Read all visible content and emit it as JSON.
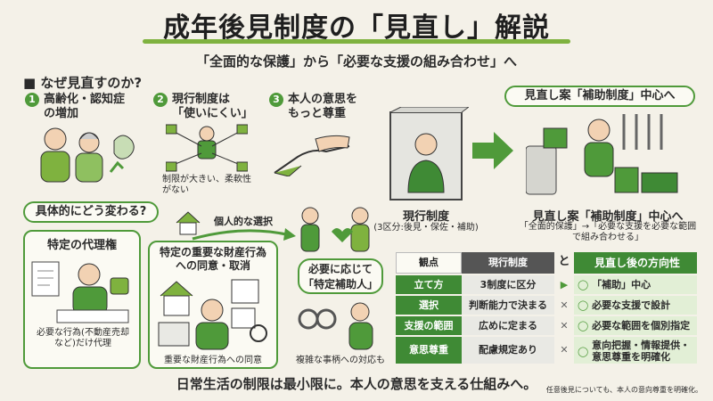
{
  "title": "成年後見制度の「見直し」解説",
  "subtitle": "「全面的な保護」から「必要な支援の組み合わせ」へ",
  "why_section": "■ なぜ見直すのか?",
  "reasons": [
    {
      "num": "1",
      "line1": "高齢化・認知症",
      "line2": "の増加"
    },
    {
      "num": "2",
      "line1": "現行制度は",
      "line2": "「使いにくい」",
      "note1": "制限が大きい、柔軟性",
      "note2": "がない"
    },
    {
      "num": "3",
      "line1": "本人の意思を",
      "line2": "もっと尊重"
    }
  ],
  "current": {
    "label": "現行制度",
    "sub": "(3区分:後見・保佐・補助)"
  },
  "proposal_top": "見直し案「補助制度」中心へ",
  "proposal_bottom": {
    "label": "見直し案「補助制度」中心へ",
    "sub1": "「全面的保護」→「必要な支援を必要な範囲",
    "sub2": "で組み合わせる」"
  },
  "how_change": "具体的にどう変わる?",
  "agent_right": "特定の代理権",
  "agent_note1": "必要な行為(不動産売却",
  "agent_note2": "など)だけ代理",
  "personal_choice": "個人的な選択",
  "consent": {
    "title1": "特定の重要な財産行為",
    "title2": "への同意・取消",
    "note": "重要な財産行為への同意"
  },
  "special_aide": {
    "title1": "必要に応じて",
    "title2": "「特定補助人」",
    "note": "複雑な事柄への対応も"
  },
  "table": {
    "h1": "観点",
    "h2": "現行制度",
    "h_to": "と",
    "h3": "見直し後の方向性",
    "rows": [
      {
        "a": "立て方",
        "b": "3制度に区分",
        "c": "「補助」中心"
      },
      {
        "a": "選択",
        "b": "判断能力で決まる",
        "c": "必要な支援で設計"
      },
      {
        "a": "支援の範囲",
        "b": "広めに定まる",
        "c": "必要な範囲を個別指定"
      },
      {
        "a": "意思尊重",
        "b": "配慮規定あり",
        "c1": "意向把握・情報提供・",
        "c2": "意思尊重を明確化"
      }
    ]
  },
  "footer": "日常生活の制限は最小限に。本人の意思を支える仕組みへ。",
  "footnote": "任意後見についても、本人の意向尊重を明確化。",
  "colors": {
    "accent": "#4f9a3a",
    "dark_green": "#3f8a35",
    "background": "#f4f1e8"
  }
}
